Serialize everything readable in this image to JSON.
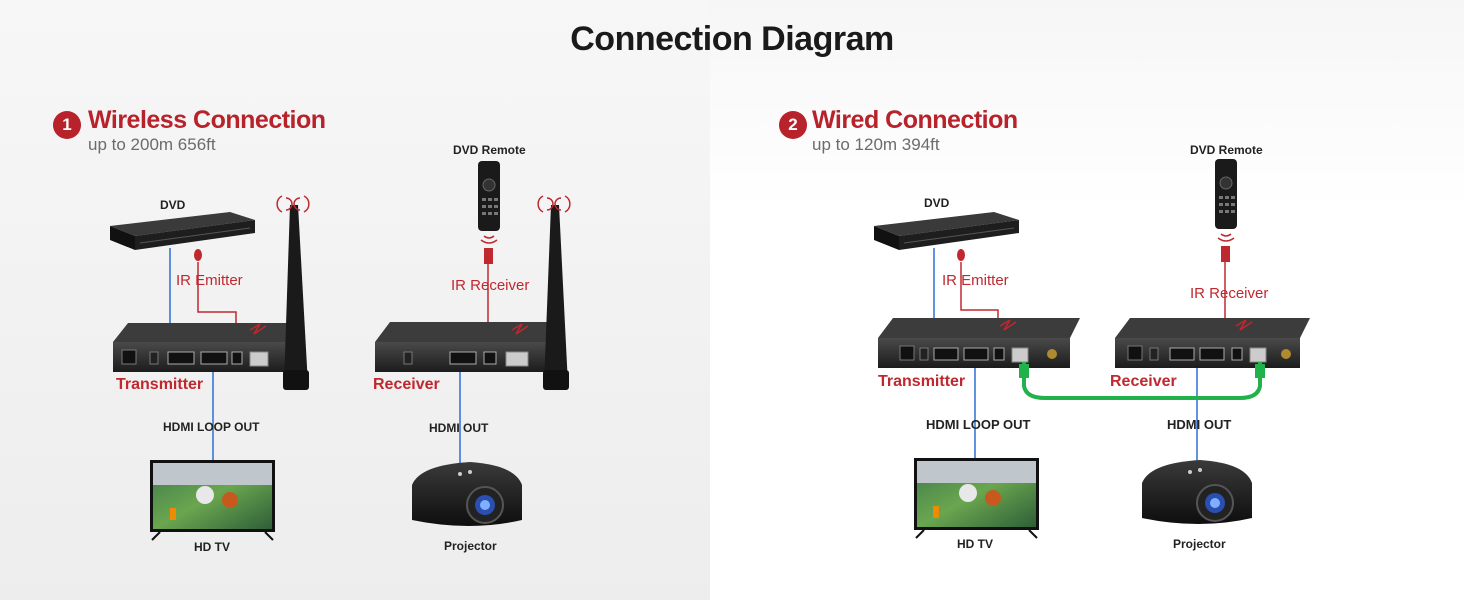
{
  "title": "Connection Diagram",
  "wireless": {
    "number": "1",
    "title": "Wireless  Connection",
    "subtitle": "up to 200m 656ft",
    "dvd": "DVD",
    "ir_emitter": "IR Emitter",
    "transmitter": "Transmitter",
    "hdmi_loop_out": "HDMI LOOP OUT",
    "hd_tv": "HD TV",
    "dvd_remote": "DVD Remote",
    "ir_receiver": "IR Receiver",
    "receiver": "Receiver",
    "hdmi_out": "HDMI OUT",
    "projector": "Projector"
  },
  "wired": {
    "number": "2",
    "title": "Wired Connection",
    "subtitle": "up to 120m 394ft",
    "dvd": "DVD",
    "ir_emitter": "IR Emitter",
    "transmitter": "Transmitter",
    "hdmi_loop_out": "HDMI LOOP OUT",
    "hd_tv": "HD TV",
    "dvd_remote": "DVD Remote",
    "ir_receiver": "IR Receiver",
    "receiver": "Receiver",
    "hdmi_out": "HDMI OUT",
    "projector": "Projector"
  },
  "colors": {
    "accent_red": "#c0282f",
    "cable_blue": "#2a6fd6",
    "cable_green": "#22b24c"
  }
}
